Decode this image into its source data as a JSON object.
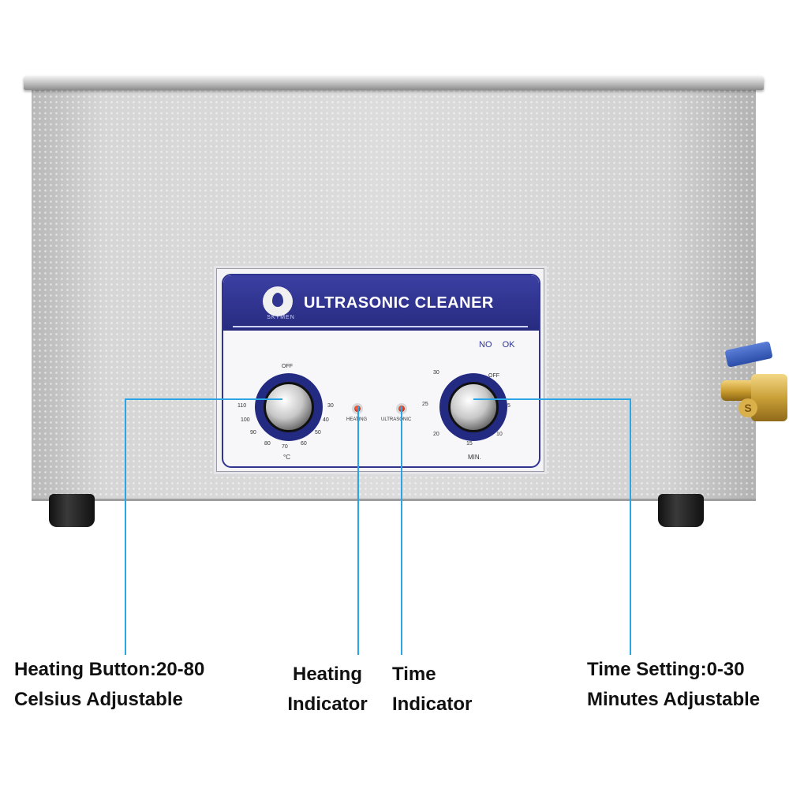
{
  "panel": {
    "title": "ULTRASONIC CLEANER",
    "logo_text": "SKYMEN",
    "heating_indicator_label": "HEATING",
    "ultrasonic_indicator_label": "ULTRASONIC",
    "wash_icon_no": "NO",
    "wash_icon_ok": "OK",
    "temp_dial": {
      "off_label": "OFF",
      "scale": [
        "110",
        "100",
        "90",
        "80",
        "70",
        "60",
        "50",
        "40",
        "30"
      ],
      "unit": "°C"
    },
    "time_dial": {
      "off_label": "OFF",
      "scale": [
        "30",
        "25",
        "20",
        "15",
        "10",
        "5"
      ],
      "unit": "MIN."
    }
  },
  "valve_mark": "S",
  "callouts": {
    "heating_button_line1": "Heating Button:20-80",
    "heating_button_line2": "Celsius Adjustable",
    "heating_indicator_line1": "Heating",
    "heating_indicator_line2": "Indicator",
    "time_indicator_line1": "Time",
    "time_indicator_line2": "Indicator",
    "time_setting_line1": "Time Setting:0-30",
    "time_setting_line2": "Minutes Adjustable"
  },
  "colors": {
    "panel_blue": "#2f3590",
    "callout_line": "#2aa6e6",
    "indicator_led": "#d0301a",
    "valve_handle": "#3a5fc4"
  }
}
